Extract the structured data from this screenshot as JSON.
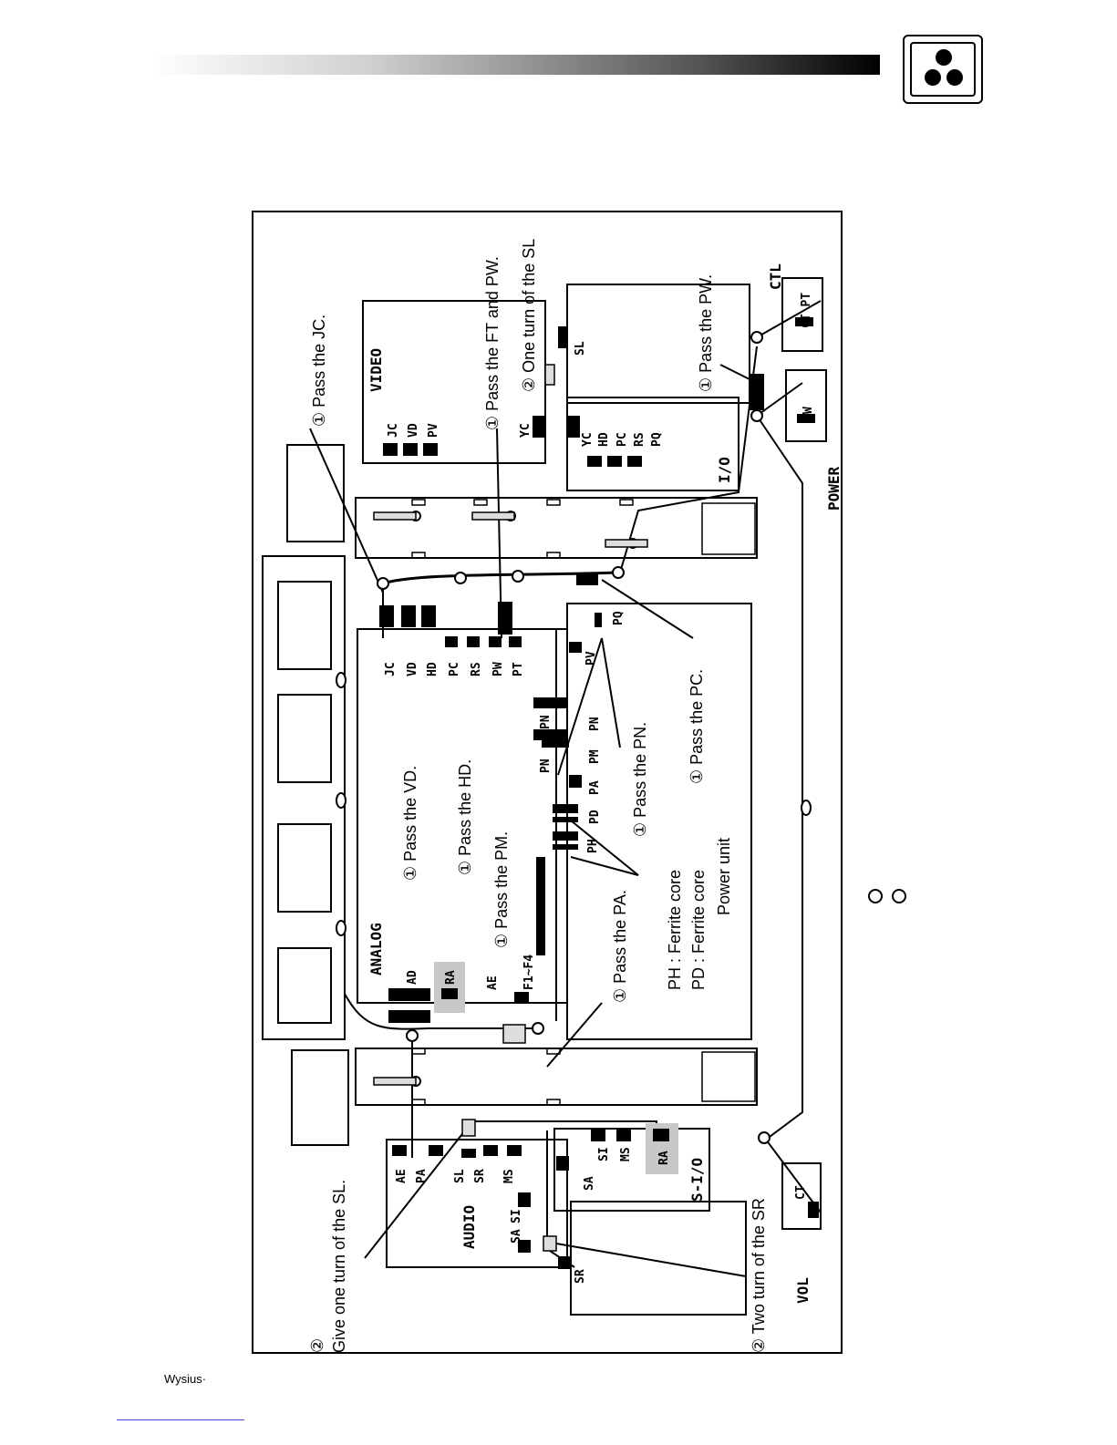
{
  "header": {
    "logo_icon": "three-dots-logo-icon"
  },
  "footer": {
    "brand": "Wysius·"
  },
  "boards": {
    "video": "VIDEO",
    "analog": "ANALOG",
    "audio": "AUDIO",
    "io": "I/O",
    "sio": "S-I/O",
    "ctl": "CTL",
    "vol": "VOL",
    "power": "POWER"
  },
  "connectors": {
    "jc": "JC",
    "vd": "VD",
    "pv": "PV",
    "hd": "HD",
    "pc": "PC",
    "rs": "RS",
    "pw": "PW",
    "pt": "PT",
    "yc": "YC",
    "pq": "PQ",
    "sl": "SL",
    "ct": "CT",
    "pn": "PN",
    "pm": "PM",
    "pa": "PA",
    "pd": "PD",
    "ph": "PH",
    "ad": "AD",
    "ra": "RA",
    "ae": "AE",
    "f": "F1~F4",
    "sr": "SR",
    "ms": "MS",
    "si": "SI",
    "sa": "SA",
    "ct_pt": "CT PT"
  },
  "notes": {
    "jc": "① Pass the JC.",
    "ft_pw": "① Pass the FT and PW.",
    "one_turn_sl_top": "② One turn of the SL",
    "pw": "① Pass the PW.",
    "pc": "① Pass the PC.",
    "pn": "① Pass the PN.",
    "vd": "① Pass the VD.",
    "hd": "① Pass the HD.",
    "pm": "① Pass the PM.",
    "pa": "① Pass the PA.",
    "ph_ferrite": "PH : Ferrite core",
    "pd_ferrite": "PD : Ferrite core",
    "power_unit": "Power unit",
    "give_turn_sl_num": "②",
    "give_turn_sl": "Give one turn of the SL.",
    "two_turn_sr": "② Two turn of the SR"
  }
}
